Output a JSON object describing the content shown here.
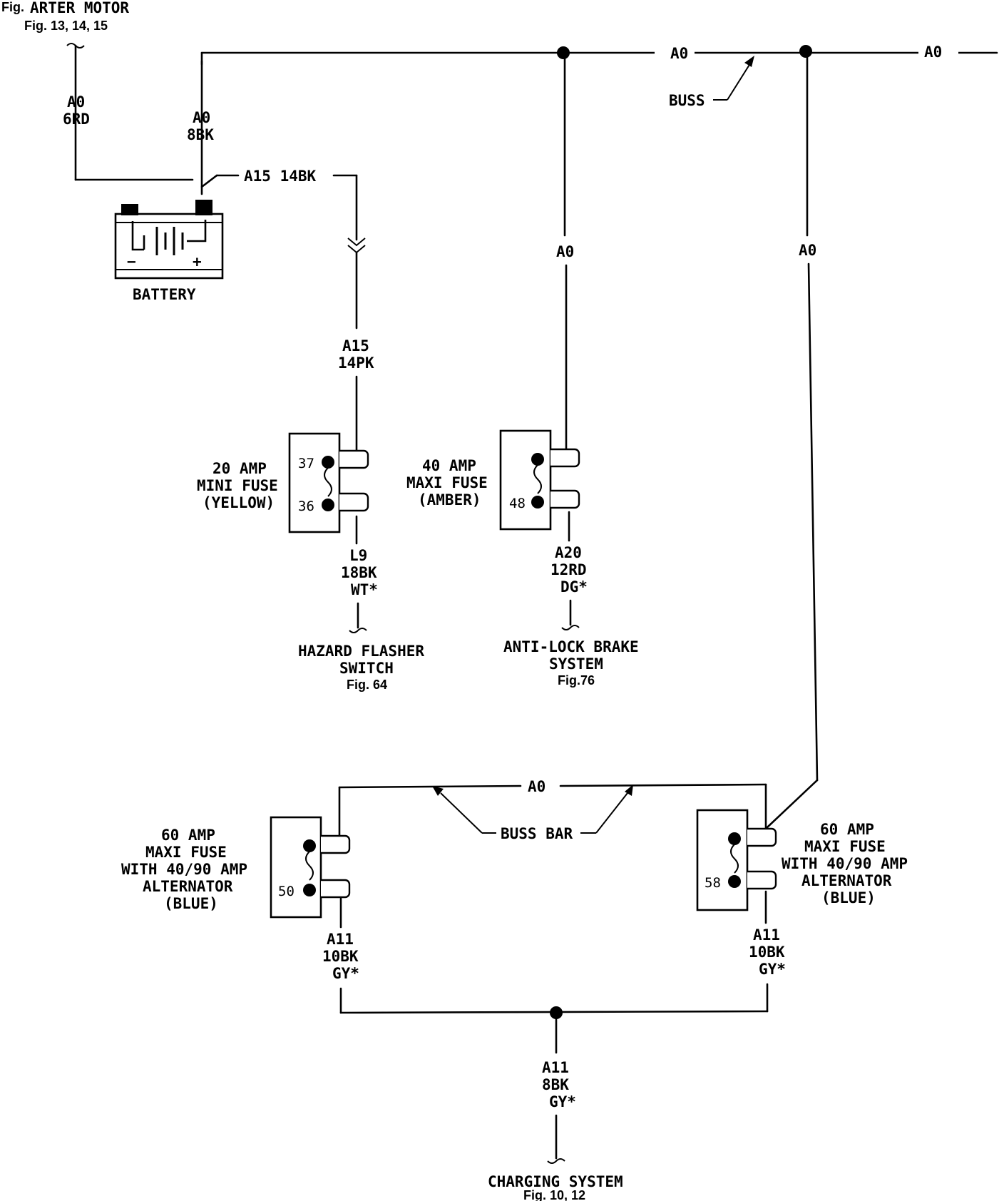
{
  "top_left": {
    "fig_prefix": "Fig.",
    "starter_label": "ARTER MOTOR",
    "starter_fig": "Fig. 13, 14, 15"
  },
  "wires": {
    "starter_circuit": "A0",
    "starter_gauge": "6RD",
    "battery_circuit": "A0",
    "battery_gauge": "8BK",
    "a15_top": "A15 14BK",
    "a15_circuit": "A15",
    "a15_gauge": "14PK",
    "ao_top_1": "A0",
    "ao_top_2": "A0",
    "ao_vert_1": "A0",
    "ao_vert_2": "A0",
    "ao_buss_bar": "A0",
    "l9_circuit": "L9",
    "l9_gauge": "18BK",
    "l9_tracer": "WT*",
    "a20_circuit": "A20",
    "a20_gauge": "12RD",
    "a20_tracer": "DG*",
    "a11_left_circuit": "A11",
    "a11_left_gauge": "10BK",
    "a11_left_tracer": "GY*",
    "a11_right_circuit": "A11",
    "a11_right_gauge": "10BK",
    "a11_right_tracer": "GY*",
    "a11_bottom_circuit": "A11",
    "a11_bottom_gauge": "8BK",
    "a11_bottom_tracer": "GY*"
  },
  "labels": {
    "buss": "BUSS",
    "buss_bar": "BUSS BAR",
    "battery": "BATTERY"
  },
  "fuses": {
    "mini": {
      "line1": "20 AMP",
      "line2": "MINI FUSE",
      "line3": "(YELLOW)",
      "pin_top": "37",
      "pin_bottom": "36"
    },
    "maxi40": {
      "line1": "40 AMP",
      "line2": "MAXI FUSE",
      "line3": "(AMBER)",
      "pin_bottom": "48"
    },
    "maxi60_left": {
      "line1": "60 AMP",
      "line2": "MAXI FUSE",
      "line3": "WITH 40/90 AMP",
      "line4": "ALTERNATOR",
      "line5": "(BLUE)",
      "pin_bottom": "50"
    },
    "maxi60_right": {
      "line1": "60 AMP",
      "line2": "MAXI FUSE",
      "line3": "WITH 40/90 AMP",
      "line4": "ALTERNATOR",
      "line5": "(BLUE)",
      "pin_bottom": "58"
    }
  },
  "destinations": {
    "hazard": {
      "line1": "HAZARD FLASHER",
      "line2": "SWITCH",
      "fig": "Fig. 64"
    },
    "abs": {
      "line1": "ANTI-LOCK BRAKE",
      "line2": "SYSTEM",
      "fig": "Fig.76"
    },
    "charging": {
      "line1": "CHARGING SYSTEM",
      "fig": "Fig. 10, 12"
    }
  }
}
